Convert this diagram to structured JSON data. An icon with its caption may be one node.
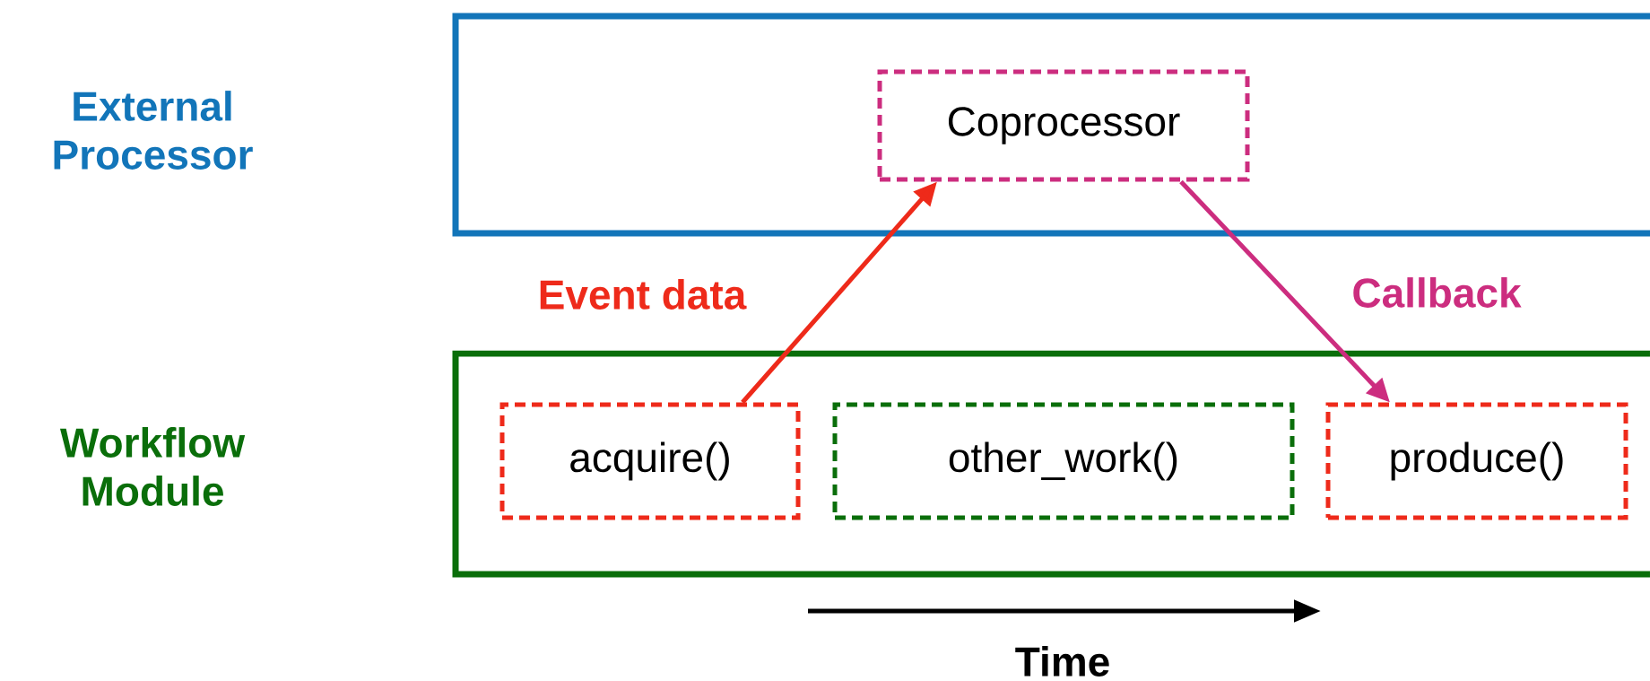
{
  "diagram": {
    "nodes": [
      {
        "text": [],
        "shape": "box"
      },
      {
        "text": [
          "Coprocessor"
        ],
        "in": 0
      },
      {
        "text": [],
        "shape": "box"
      },
      {
        "text": [
          "acquire()"
        ],
        "in": 2
      },
      {
        "text": [
          "other_work()"
        ],
        "in": 2
      },
      {
        "text": [
          "produce()"
        ],
        "in": 2
      }
    ],
    "edges": [
      {
        "from": 3,
        "to": 1,
        "arrow": "to",
        "label": "Event data",
        "color": "#ee2a1a"
      },
      {
        "from": 1,
        "to": 5,
        "arrow": "to",
        "label": "Callback",
        "color": "#cc2d7f"
      }
    ],
    "labels": [
      "External Processor",
      "Workflow Module",
      "Time"
    ]
  }
}
